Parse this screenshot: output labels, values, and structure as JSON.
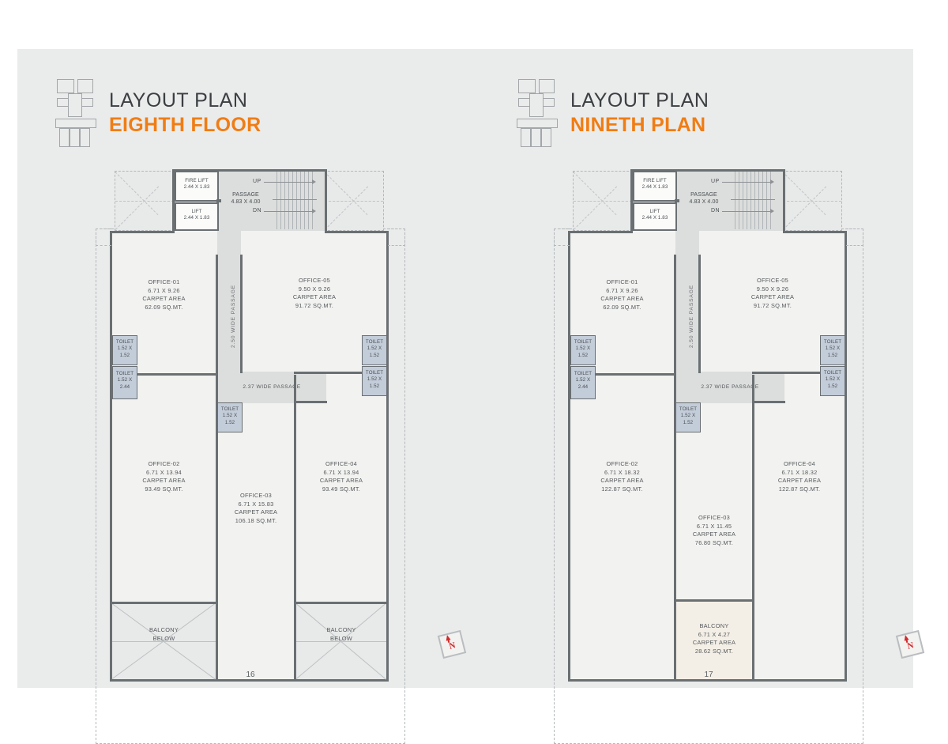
{
  "page": {
    "background": "#eaebeb",
    "accent_color": "#f07d14",
    "wall_color": "#6a6f72",
    "toilet_fill": "#c3ccd9",
    "balcony_fill": "#f4efe6"
  },
  "plans": [
    {
      "id": "eighth-floor",
      "title_line1": "LAYOUT PLAN",
      "title_line2": "EIGHTH FLOOR",
      "page_number": "16",
      "north_label": "N",
      "cores": {
        "fire_lift": {
          "name": "FIRE LIFT",
          "dims": "2.44 X 1.83"
        },
        "lift": {
          "name": "LIFT",
          "dims": "2.44 X 1.83"
        },
        "passage": {
          "name": "PASSAGE",
          "dims": "4.83 X 4.00"
        },
        "stair_up": "UP",
        "stair_dn": "DN"
      },
      "passages": {
        "vertical": "2.50 WIDE PASSAGE",
        "horizontal": "2.37 WIDE PASSAGE"
      },
      "offices": [
        {
          "name": "OFFICE-01",
          "dims": "6.71 X 9.26",
          "area_label": "CARPET AREA",
          "area": "62.09 SQ.MT."
        },
        {
          "name": "OFFICE-05",
          "dims": "9.50 X 9.26",
          "area_label": "CARPET AREA",
          "area": "91.72 SQ.MT."
        },
        {
          "name": "OFFICE-02",
          "dims": "6.71 X 13.94",
          "area_label": "CARPET AREA",
          "area": "93.49 SQ.MT."
        },
        {
          "name": "OFFICE-03",
          "dims": "6.71 X 15.83",
          "area_label": "CARPET AREA",
          "area": "106.18 SQ.MT."
        },
        {
          "name": "OFFICE-04",
          "dims": "6.71 X 13.94",
          "area_label": "CARPET AREA",
          "area": "93.49 SQ.MT."
        }
      ],
      "toilets": [
        {
          "name": "TOILET",
          "dims_l1": "1.52 X",
          "dims_l2": "1.52"
        },
        {
          "name": "TOILET",
          "dims_l1": "1.52 X",
          "dims_l2": "2.44"
        },
        {
          "name": "TOILET",
          "dims_l1": "1.52 X",
          "dims_l2": "1.52"
        },
        {
          "name": "TOILET",
          "dims_l1": "1.52 X",
          "dims_l2": "1.52"
        },
        {
          "name": "TOILET",
          "dims_l1": "1.52 X",
          "dims_l2": "1.52"
        }
      ],
      "balconies": [
        {
          "l1": "BALCONY",
          "l2": "BELOW"
        },
        {
          "l1": "BALCONY",
          "l2": "BELOW"
        }
      ]
    },
    {
      "id": "nineth-plan",
      "title_line1": "LAYOUT PLAN",
      "title_line2": "NINETH PLAN",
      "page_number": "17",
      "north_label": "N",
      "cores": {
        "fire_lift": {
          "name": "FIRE LIFT",
          "dims": "2.44 X 1.83"
        },
        "lift": {
          "name": "LIFT",
          "dims": "2.44 X 1.83"
        },
        "passage": {
          "name": "PASSAGE",
          "dims": "4.83 X 4.00"
        },
        "stair_up": "UP",
        "stair_dn": "DN"
      },
      "passages": {
        "vertical": "2.50 WIDE PASSAGE",
        "horizontal": "2.37 WIDE PASSAGE"
      },
      "offices": [
        {
          "name": "OFFICE-01",
          "dims": "6.71 X 9.26",
          "area_label": "CARPET AREA",
          "area": "62.09 SQ.MT."
        },
        {
          "name": "OFFICE-05",
          "dims": "9.50 X 9.26",
          "area_label": "CARPET AREA",
          "area": "91.72 SQ.MT."
        },
        {
          "name": "OFFICE-02",
          "dims": "6.71 X 18.32",
          "area_label": "CARPET AREA",
          "area": "122.87 SQ.MT."
        },
        {
          "name": "OFFICE-03",
          "dims": "6.71 X 11.45",
          "area_label": "CARPET AREA",
          "area": "76.80 SQ.MT."
        },
        {
          "name": "OFFICE-04",
          "dims": "6.71 X 18.32",
          "area_label": "CARPET AREA",
          "area": "122.87 SQ.MT."
        }
      ],
      "toilets": [
        {
          "name": "TOILET",
          "dims_l1": "1.52 X",
          "dims_l2": "1.52"
        },
        {
          "name": "TOILET",
          "dims_l1": "1.52 X",
          "dims_l2": "2.44"
        },
        {
          "name": "TOILET",
          "dims_l1": "1.52 X",
          "dims_l2": "1.52"
        },
        {
          "name": "TOILET",
          "dims_l1": "1.52 X",
          "dims_l2": "1.52"
        },
        {
          "name": "TOILET",
          "dims_l1": "1.52 X",
          "dims_l2": "1.52"
        }
      ],
      "balconies": [
        {
          "name": "BALCONY",
          "dims": "6.71 X 4.27",
          "area_label": "CARPET AREA",
          "area": "28.62 SQ.MT."
        }
      ]
    }
  ]
}
